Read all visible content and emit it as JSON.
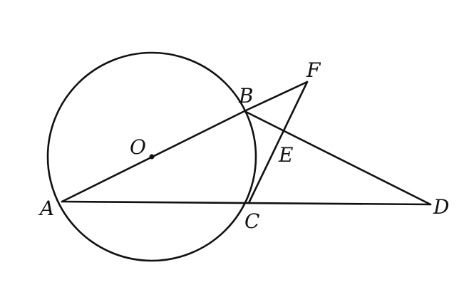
{
  "diagram": {
    "points": {
      "O": "O",
      "A": "A",
      "B": "B",
      "C": "C",
      "D": "D",
      "E": "E",
      "F": "F"
    }
  }
}
